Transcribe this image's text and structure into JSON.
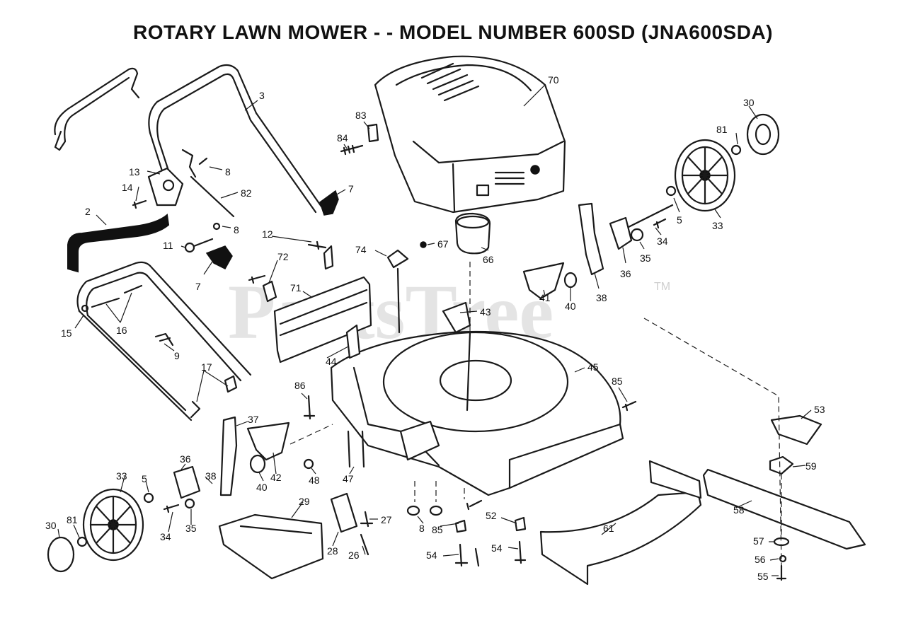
{
  "title": "ROTARY LAWN MOWER - - MODEL NUMBER 600SD (JNA600SDA)",
  "watermark": {
    "text": "PartsTree",
    "trademark": "TM"
  },
  "callouts": {
    "c70": "70",
    "c3": "3",
    "c83": "83",
    "c84": "84",
    "c30a": "30",
    "c81a": "81",
    "c13": "13",
    "c8a": "8",
    "c82": "82",
    "c7a": "7",
    "c14": "14",
    "c2": "2",
    "c8b": "8",
    "c5a": "5",
    "c33a": "33",
    "c12": "12",
    "c11": "11",
    "c67": "67",
    "c74": "74",
    "c66": "66",
    "c34a": "34",
    "c35a": "35",
    "c36a": "36",
    "c72": "72",
    "c7b": "7",
    "c71": "71",
    "c43": "43",
    "c38a": "38",
    "c40a": "40",
    "c41": "41",
    "c15": "15",
    "c16": "16",
    "c9": "9",
    "c44": "44",
    "c45": "45",
    "c85a": "85",
    "c17": "17",
    "c86": "86",
    "c53": "53",
    "c37": "37",
    "c36b": "36",
    "c38b": "38",
    "c42": "42",
    "c40b": "40",
    "c48": "48",
    "c47": "47",
    "c59": "59",
    "c33b": "33",
    "c5b": "5",
    "c29": "29",
    "c58": "58",
    "c61": "61",
    "c30b": "30",
    "c81b": "81",
    "c34b": "34",
    "c35b": "35",
    "c27": "27",
    "c8c": "8",
    "c85b": "85",
    "c52": "52",
    "c57": "57",
    "c28": "28",
    "c26": "26",
    "c54a": "54",
    "c54b": "54",
    "c56": "56",
    "c55": "55"
  }
}
